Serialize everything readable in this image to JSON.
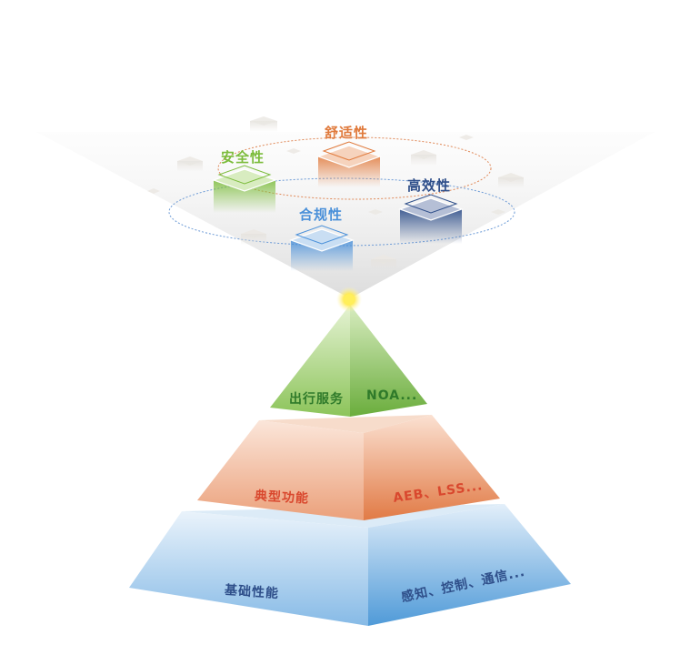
{
  "diagram": {
    "funnel": {
      "ring_outer_color": "#e08a5a",
      "ring_inner_color": "#6d9bd6"
    },
    "qualities": [
      {
        "label": "舒适性",
        "color": "#e07a3c",
        "name": "comfort"
      },
      {
        "label": "安全性",
        "color": "#7cbc3c",
        "name": "safety"
      },
      {
        "label": "高效性",
        "color": "#2f4f8a",
        "name": "efficiency"
      },
      {
        "label": "合规性",
        "color": "#4a90d9",
        "name": "compliance"
      }
    ],
    "pyramid": {
      "top": {
        "left_label": "出行服务",
        "right_label": "NOA...",
        "color": "#2f7a2a"
      },
      "middle": {
        "left_label": "典型功能",
        "right_label": "AEB、LSS...",
        "color": "#d9482e"
      },
      "bottom": {
        "left_label": "基础性能",
        "right_label": "感知、控制、通信...",
        "color": "#2f4f8a"
      }
    }
  }
}
